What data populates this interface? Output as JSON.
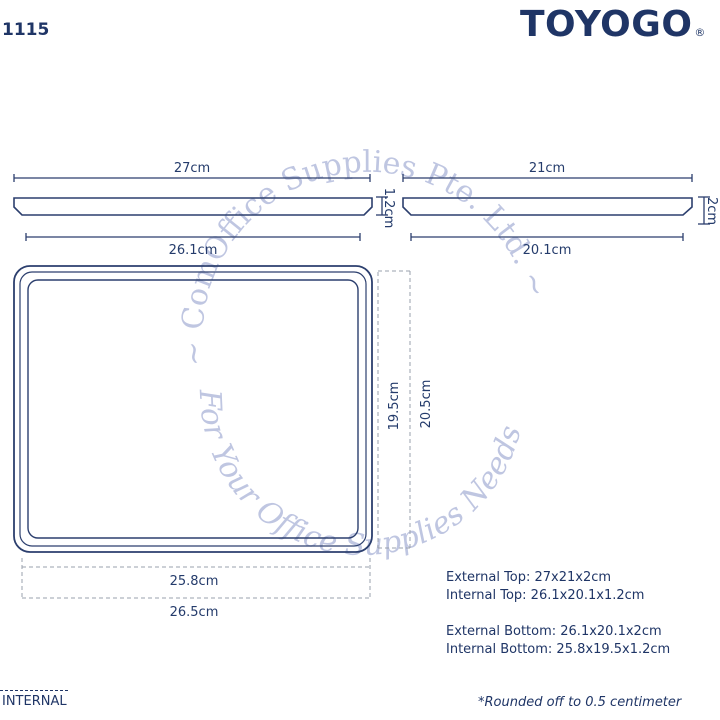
{
  "header": {
    "model_number": "1115",
    "brand": "TOYOGO",
    "registered_mark": "®"
  },
  "dimensions": {
    "side_top_width": "27cm",
    "side_bottom_width": "26.1cm",
    "side_height": "1.2cm",
    "end_top_width": "21cm",
    "end_bottom_width": "20.1cm",
    "end_height": "2cm",
    "top_internal_height": "19.5cm",
    "top_external_height": "20.5cm",
    "top_internal_width": "25.8cm",
    "top_external_width": "26.5cm"
  },
  "specs": {
    "external_top": "External Top: 27x21x2cm",
    "internal_top": "Internal Top: 26.1x20.1x1.2cm",
    "external_bottom": "External Bottom: 26.1x20.1x2cm",
    "internal_bottom": "Internal Bottom: 25.8x19.5x1.2cm"
  },
  "legend": {
    "internal_label": "INTERNAL"
  },
  "footnote": "*Rounded off to 0.5 centimeter",
  "watermark": {
    "upper_text": "~ ComOffice Supplies Pte. Ltd. ~",
    "lower_text": "For Your Office Supplies Needs"
  },
  "colors": {
    "line": "#2c3f6e",
    "text": "#1f3566",
    "watermark": "#aab3d8"
  }
}
